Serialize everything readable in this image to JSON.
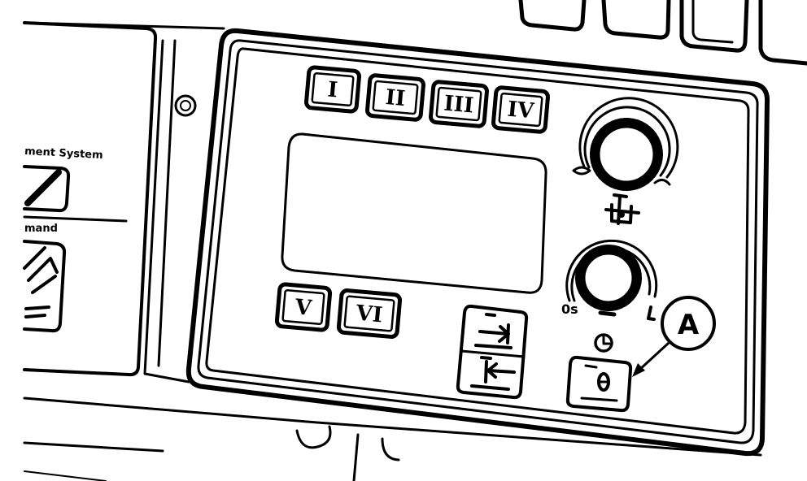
{
  "side_panel": {
    "heading": "ment System",
    "subheading": "mand"
  },
  "control_panel": {
    "preset_buttons": [
      "I",
      "II",
      "III",
      "IV",
      "V",
      "VI"
    ],
    "flow_knob": {
      "icon": "flow-icon"
    },
    "time_knob": {
      "label_min": "0s",
      "icon": "clock-icon"
    },
    "set_buttons": [
      {
        "icon": "set-forward-icon"
      },
      {
        "icon": "set-back-icon"
      }
    ],
    "lock_button": {
      "icon": "lock-icon"
    }
  },
  "callout": {
    "label": "A"
  },
  "colors": {
    "line": "#000000",
    "background": "#ffffff"
  }
}
